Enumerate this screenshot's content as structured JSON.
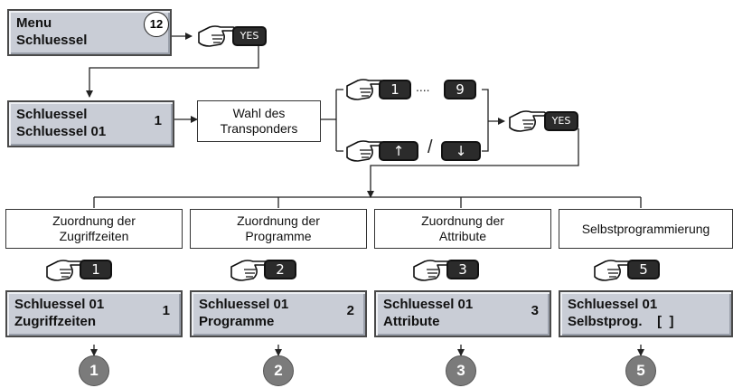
{
  "top": {
    "lcd_line1": "Menu",
    "lcd_line2": "Schluessel",
    "step_number": "12",
    "yes_key": "YES"
  },
  "second": {
    "lcd_line1": "Schluessel",
    "lcd_line2": "Schluessel 01",
    "lcd_number": "1",
    "caption_line1": "Wahl des",
    "caption_line2": "Transponders",
    "key_first": "1",
    "key_ellipsis": "....",
    "key_last": "9",
    "key_up": "↑",
    "key_slash": "/",
    "key_down": "↓",
    "yes_key": "YES"
  },
  "branches": [
    {
      "caption_line1": "Zuordnung der",
      "caption_line2": "Zugriffzeiten",
      "key": "1",
      "lcd_line1": "Schluessel 01",
      "lcd_line2": "Zugriffzeiten",
      "lcd_number": "1",
      "end": "1"
    },
    {
      "caption_line1": "Zuordnung der",
      "caption_line2": "Programme",
      "key": "2",
      "lcd_line1": "Schluessel 01",
      "lcd_line2": "Programme",
      "lcd_number": "2",
      "end": "2"
    },
    {
      "caption_line1": "Zuordnung der",
      "caption_line2": "Attribute",
      "key": "3",
      "lcd_line1": "Schluessel 01",
      "lcd_line2": "Attribute",
      "lcd_number": "3",
      "end": "3"
    },
    {
      "caption_line1": "Selbstprogrammierung",
      "caption_line2": "",
      "key": "5",
      "lcd_line1": "Schluessel 01",
      "lcd_line2": "Selbstprog.    [  ]",
      "lcd_number": "",
      "end": "5"
    }
  ]
}
